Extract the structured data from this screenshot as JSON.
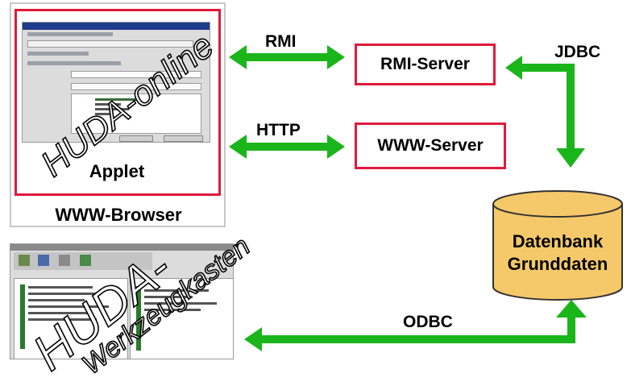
{
  "browser": {
    "applet_label": "Applet",
    "browser_label": "WWW-Browser",
    "watermark": "HUDA-online"
  },
  "toolbox": {
    "watermark_line1": "HUDA-",
    "watermark_line2": "Werkzeugkasten"
  },
  "connections": {
    "rmi": "RMI",
    "http": "HTTP",
    "jdbc": "JDBC",
    "odbc": "ODBC"
  },
  "servers": {
    "rmi": "RMI-Server",
    "www": "WWW-Server"
  },
  "database": {
    "line1": "Datenbank",
    "line2": "Grunddaten"
  },
  "colors": {
    "frame_red": "#e01a3c",
    "arrow_green": "#1ab51a",
    "db_fill": "#f5c96a",
    "db_stroke": "#333333",
    "browser_gray": "#c8c8c8"
  }
}
